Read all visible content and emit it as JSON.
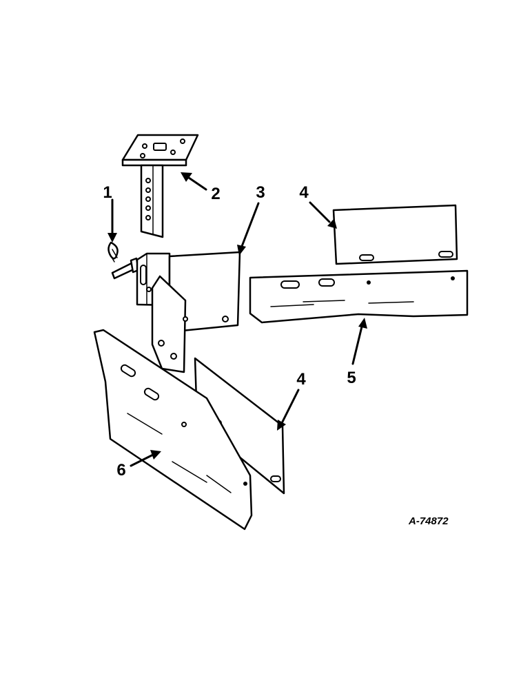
{
  "callouts": [
    {
      "id": "1",
      "label": "1"
    },
    {
      "id": "2",
      "label": "2"
    },
    {
      "id": "3",
      "label": "3"
    },
    {
      "id": "4a",
      "label": "4"
    },
    {
      "id": "4b",
      "label": "4"
    },
    {
      "id": "5",
      "label": "5"
    },
    {
      "id": "6",
      "label": "6"
    }
  ],
  "drawing_number": "A-74872",
  "colors": {
    "line": "#000000",
    "background": "#ffffff"
  }
}
